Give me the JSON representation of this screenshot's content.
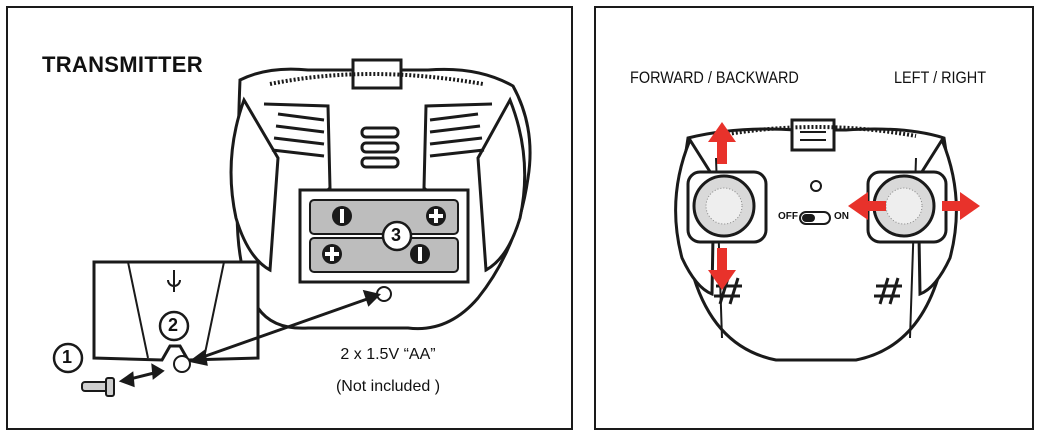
{
  "left_panel": {
    "title": "TRANSMITTER",
    "steps": [
      "1",
      "2",
      "3"
    ],
    "battery_spec": "2 x 1.5V “AA”",
    "battery_note": "(Not included )"
  },
  "right_panel": {
    "label_left_stick": "FORWARD / BACKWARD",
    "label_right_stick": "LEFT / RIGHT",
    "switch_off": "OFF",
    "switch_on": "ON"
  },
  "colors": {
    "outline": "#1a1a1a",
    "arrow": "#e8322b",
    "battery_fill": "#bdbdbd",
    "stick_fill": "#d9d9d9"
  }
}
